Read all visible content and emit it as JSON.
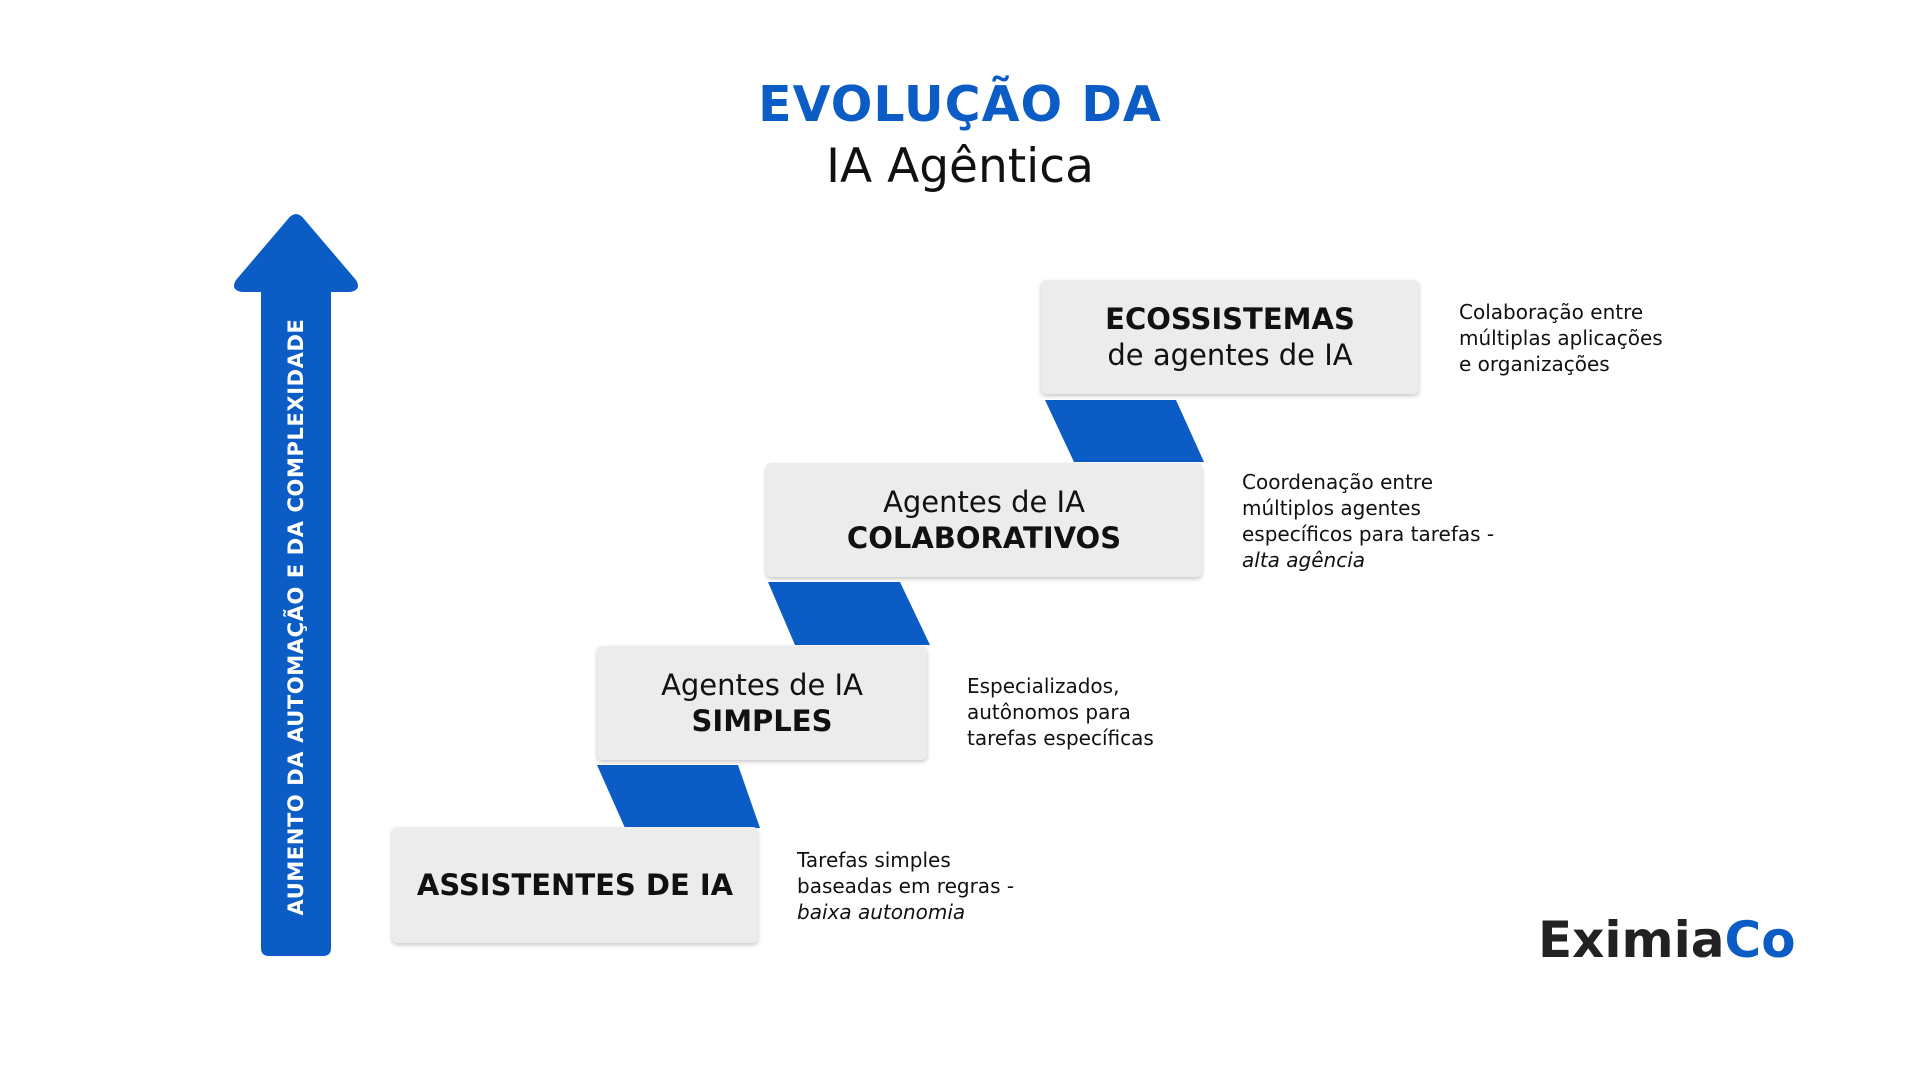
{
  "title": {
    "line1": "EVOLUÇÃO DA",
    "line2": "IA Agêntica"
  },
  "axis": {
    "label": "AUMENTO DA AUTOMAÇÃO E DA COMPLEXIDADE"
  },
  "steps": [
    {
      "box_lines": [
        "ASSISTENTES DE IA"
      ],
      "box_bold": [
        true
      ],
      "description": [
        "Tarefas simples",
        "baseadas em regras -",
        "baixa autonomia"
      ],
      "description_italic": [
        false,
        false,
        true
      ]
    },
    {
      "box_lines": [
        "Agentes de IA",
        "SIMPLES"
      ],
      "box_bold": [
        false,
        true
      ],
      "description": [
        "Especializados,",
        "autônomos para",
        "tarefas específicas"
      ],
      "description_italic": [
        false,
        false,
        false
      ]
    },
    {
      "box_lines": [
        "Agentes de IA",
        "COLABORATIVOS"
      ],
      "box_bold": [
        false,
        true
      ],
      "description": [
        "Coordenação entre",
        "múltiplos agentes",
        "específicos para tarefas -",
        "alta agência"
      ],
      "description_italic": [
        false,
        false,
        false,
        true
      ]
    },
    {
      "box_lines": [
        "ECOSSISTEMAS",
        "de agentes de IA"
      ],
      "box_bold": [
        true,
        false
      ],
      "description": [
        "Colaboração entre",
        "múltiplas aplicações",
        "e organizações"
      ],
      "description_italic": [
        false,
        false,
        false
      ]
    }
  ],
  "logo": {
    "text_part1": "Ex",
    "text_part2": "imia",
    "text_part3": "Co",
    "full_text": "EximiaCo"
  },
  "colors": {
    "accent_blue": "#0b5cc4",
    "box_gray": "#ececec",
    "text_dark": "#111111"
  }
}
